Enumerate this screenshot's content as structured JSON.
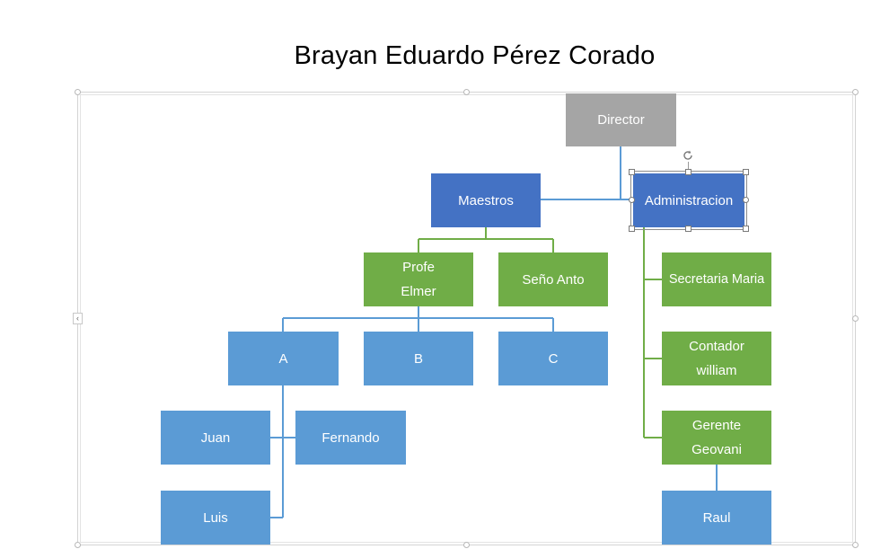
{
  "title": "Brayan Eduardo Pérez Corado",
  "colors": {
    "gray": "#a5a5a5",
    "dark_blue": "#4472c4",
    "light_blue": "#5b9bd5",
    "green": "#70ad47",
    "blue_line": "#5b9bd5",
    "green_line": "#70ad47"
  },
  "nodes": {
    "director": "Director",
    "maestros": "Maestros",
    "administracion": "Administracion",
    "profe_elmer": "Profe Elmer",
    "seno_anto": "Seño Anto",
    "a": "A",
    "b": "B",
    "c": "C",
    "juan": "Juan",
    "fernando": "Fernando",
    "luis": "Luis",
    "secretaria_maria": "Secretaria Maria",
    "contador_william": "Contador william",
    "gerente_geovani": "Gerente Geovani",
    "raul": "Raul"
  },
  "selected_node": "administracion",
  "icons": {
    "rotate_handle": "rotate-icon",
    "collapse_tab": "chevron-left-icon"
  }
}
